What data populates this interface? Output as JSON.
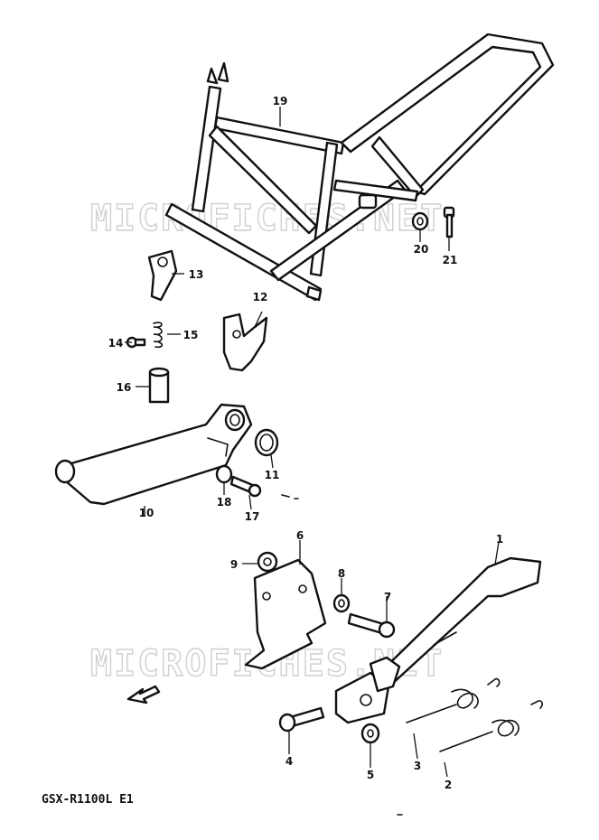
{
  "diagram": {
    "model_code": "GSX-R1100L E1",
    "watermark": "MICROFICHES.NET",
    "callouts": [
      "1",
      "2",
      "3",
      "4",
      "5",
      "6",
      "7",
      "8",
      "9",
      "10",
      "11",
      "12",
      "13",
      "14",
      "15",
      "16",
      "17",
      "18",
      "19",
      "20",
      "21"
    ]
  }
}
